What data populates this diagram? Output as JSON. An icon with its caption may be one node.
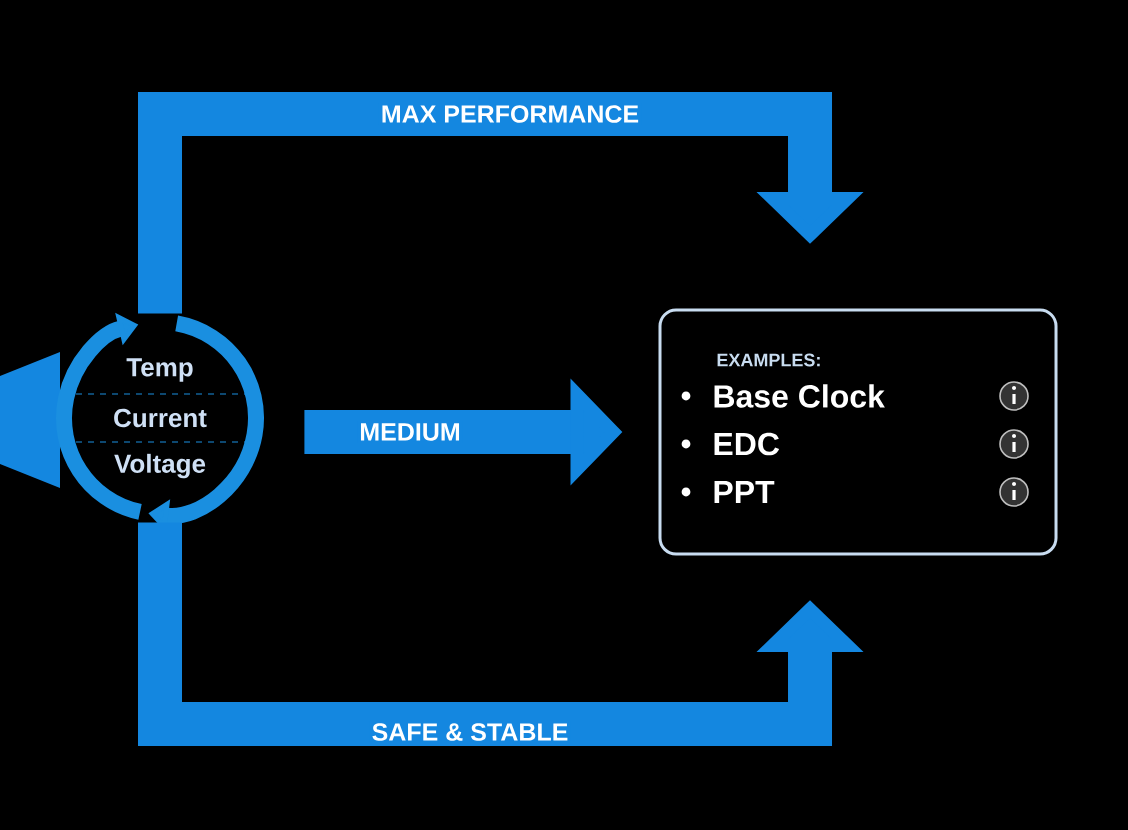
{
  "diagram": {
    "nodes": [
      {
        "text": [
          "Temp",
          "Current",
          "Voltage"
        ]
      },
      {
        "text": [
          "EXAMPLES:",
          "Base Clock",
          "EDC",
          "PPT"
        ]
      }
    ],
    "edges": [
      {
        "from": 0,
        "to": null,
        "arrow": "to",
        "label": "MAX PERFORMANCE"
      },
      {
        "from": 0,
        "to": 1,
        "arrow": "to",
        "label": "MEDIUM"
      },
      {
        "from": 0,
        "to": null,
        "arrow": "to",
        "label": "SAFE & STABLE"
      }
    ]
  }
}
